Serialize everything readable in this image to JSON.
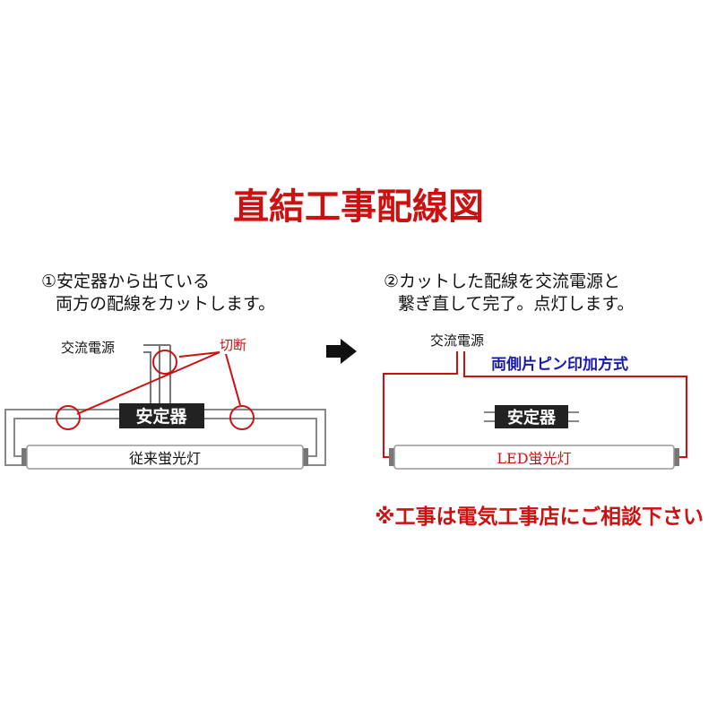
{
  "title": "直結工事配線図",
  "step1": {
    "line1": "①安定器から出ている",
    "line2": "両方の配線をカットします。",
    "ac_label": "交流電源",
    "cut_label": "切断",
    "ballast_label": "安定器",
    "tube_label": "従来蛍光灯"
  },
  "step2": {
    "line1": "②カットした配線を交流電源と",
    "line2": "繋ぎ直して完了。点灯します。",
    "ac_label": "交流電源",
    "method_label": "両側片ピン印加方式",
    "ballast_label": "安定器",
    "tube_label": "LED蛍光灯"
  },
  "note": "※工事は電気工事店にご相談下さい",
  "colors": {
    "title": "#cc1111",
    "red": "#cc1111",
    "blue": "#1a1aa8",
    "black": "#111111",
    "gray": "#888888",
    "ballast_bg": "#222222"
  },
  "icons": {
    "arrow": "right-arrow-icon"
  }
}
